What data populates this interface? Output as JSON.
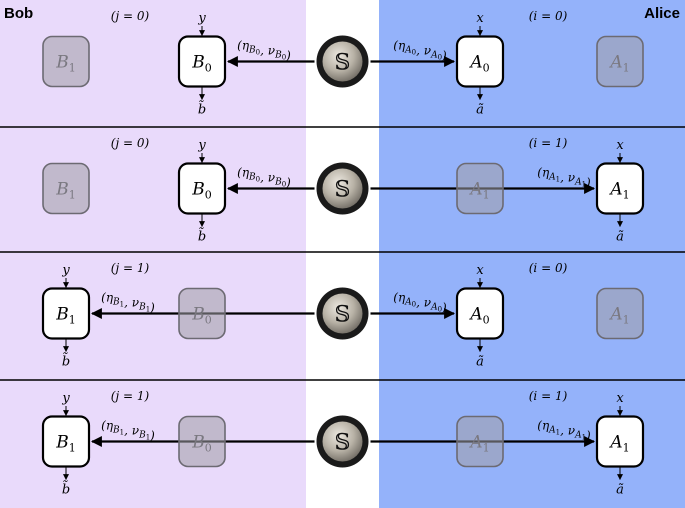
{
  "colors": {
    "bob_region": "#e9dafb",
    "alice_region": "#94b2fa",
    "middle_region": "#ffffff",
    "divider": "#000000",
    "box_active_fill": "#ffffff",
    "box_inactive_fill": "#a09ea6",
    "box_stroke": "#000000",
    "source_fill": "#b7b2a8",
    "source_ring": "#1a1a1a"
  },
  "labels": {
    "bob": "Bob",
    "alice": "Alice",
    "source_symbol": "𝕊"
  },
  "rows": [
    {
      "bob_setting": "(j = 0)",
      "alice_setting": "(i = 0)",
      "bob_active": "B0",
      "bob_inactive": "B1",
      "alice_active": "A0",
      "alice_inactive": "A1",
      "bob_input": "y",
      "bob_output": "b̃",
      "alice_input": "x",
      "alice_output": "ã",
      "bob_link_label": "(ηB0, νB0)",
      "alice_link_label": "(ηA0, νA0)"
    },
    {
      "bob_setting": "(j = 0)",
      "alice_setting": "(i = 1)",
      "bob_active": "B0",
      "bob_inactive": "B1",
      "alice_active": "A1",
      "alice_inactive": "A1",
      "bob_input": "y",
      "bob_output": "b̃",
      "alice_input": "x",
      "alice_output": "ã",
      "bob_link_label": "(ηB0, νB0)",
      "alice_link_label": "(ηA1, νA1)"
    },
    {
      "bob_setting": "(j = 1)",
      "alice_setting": "(i = 0)",
      "bob_active": "B1",
      "bob_inactive": "B0",
      "alice_active": "A0",
      "alice_inactive": "A1",
      "bob_input": "y",
      "bob_output": "b̃",
      "alice_input": "x",
      "alice_output": "ã",
      "bob_link_label": "(ηB1, νB1)",
      "alice_link_label": "(ηA0, νA0)"
    },
    {
      "bob_setting": "(j = 1)",
      "alice_setting": "(i = 1)",
      "bob_active": "B1",
      "bob_inactive": "B0",
      "alice_active": "A1",
      "alice_inactive": "A1",
      "bob_input": "y",
      "bob_output": "b̃",
      "alice_input": "x",
      "alice_output": "ã",
      "bob_link_label": "(ηB1, νB1)",
      "alice_link_label": "(ηA1, νA1)"
    }
  ]
}
